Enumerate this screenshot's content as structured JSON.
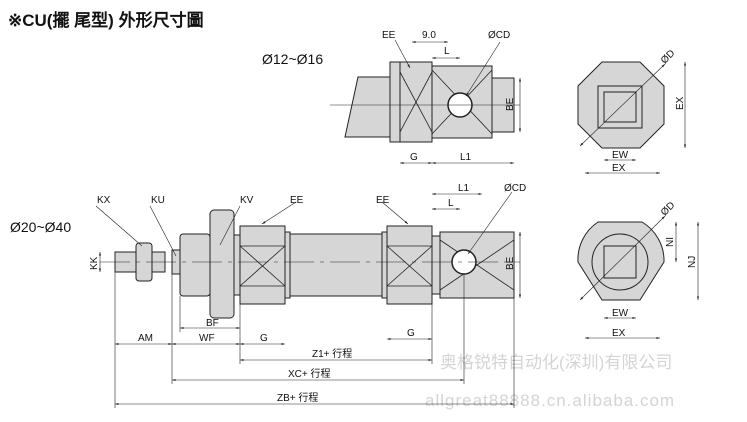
{
  "title": "※CU(擺 尾型) 外形尺寸圖",
  "top_view": {
    "size_range": "Ø12~Ø16",
    "labels": {
      "ee": "EE",
      "nine": "9.0",
      "l": "L",
      "cd": "ØCD",
      "be": "BE",
      "g": "G",
      "l1": "L1"
    }
  },
  "end_view_top": {
    "labels": {
      "d": "ØD",
      "ex_side": "EX",
      "ew": "EW",
      "ex": "EX"
    }
  },
  "bottom_view": {
    "size_range": "Ø20~Ø40",
    "labels": {
      "kx": "KX",
      "ku": "KU",
      "kv": "KV",
      "ee1": "EE",
      "ee2": "EE",
      "kk": "KK",
      "l1": "L1",
      "l": "L",
      "cd": "ØCD",
      "be": "BE",
      "bf": "BF",
      "am": "AM",
      "wf": "WF",
      "g1": "G",
      "g2": "G",
      "z1": "Z1+ 行程",
      "xc": "XC+ 行程",
      "zb": "ZB+ 行程"
    }
  },
  "end_view_bottom": {
    "labels": {
      "d": "ØD",
      "ni": "NI",
      "nj": "NJ",
      "ew": "EW",
      "ex": "EX"
    }
  },
  "watermark": {
    "company": "奥格锐特自动化(深圳)有限公司",
    "site": "allgreat88888.cn.alibaba.com"
  }
}
